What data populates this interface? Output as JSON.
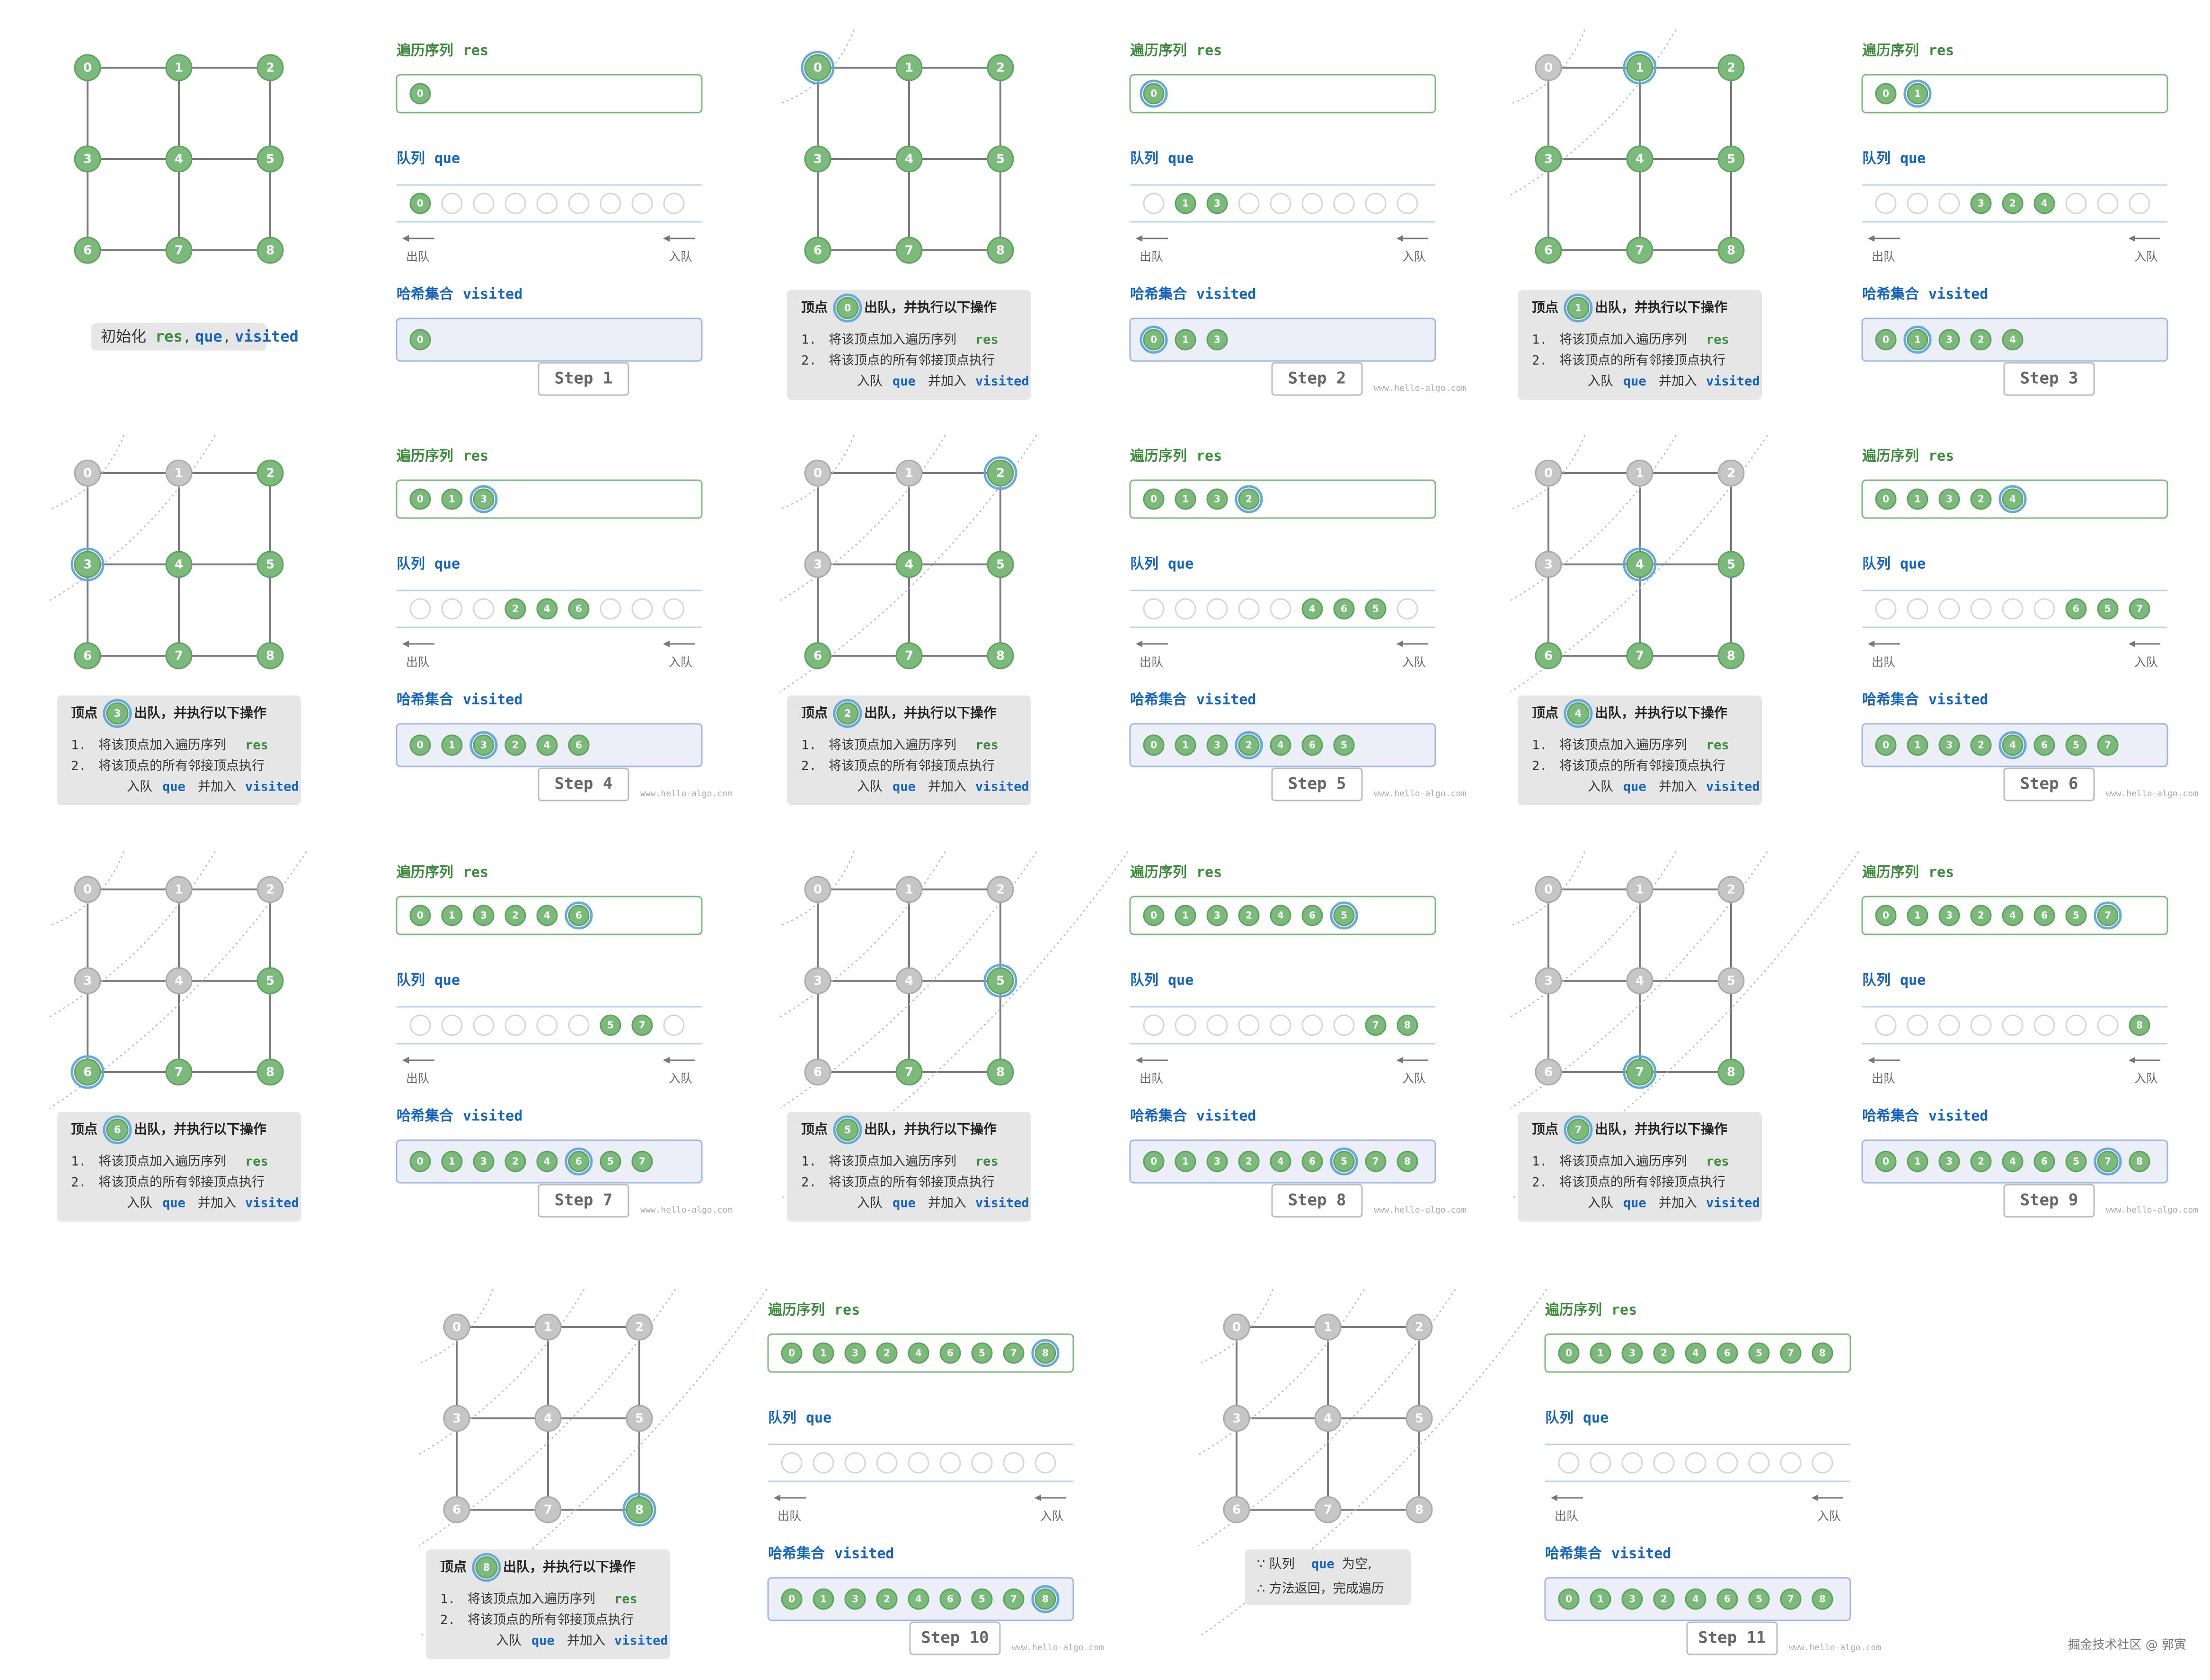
{
  "colors": {
    "green": "#7cba7c",
    "green_stroke": "#5fa25f",
    "green_text": "#3d8b3d",
    "blue_text": "#1565c0",
    "blue_ring": "#64a8e0",
    "grey_node": "#c6c6c6",
    "grey_node_stroke": "#aaaaaa",
    "grey_box": "#e6e6e6",
    "visited_bg": "#eceef8",
    "queue_line": "#b8d4ea",
    "edge": "#7a7a7a"
  },
  "labels": {
    "res_title": "遍历序列",
    "res_var": "res",
    "que_title": "队列",
    "que_var": "que",
    "visited_title": "哈希集合",
    "visited_var": "visited",
    "dequeue": "出队",
    "enqueue": "入队",
    "step_word": "Step",
    "vertex_word": "顶点",
    "dequeue_action": "出队，并执行以下操作",
    "op1": "将该顶点加入遍历序列",
    "op2": "将该顶点的所有邻接顶点执行",
    "op2b_pre": "入队",
    "op2b_mid": "并加入",
    "init_text": "初始化",
    "init_sep": ",",
    "num1": "1.",
    "num2": "2.",
    "end_line1": "∵ 队列",
    "end_line1_tail": "为空,",
    "end_line2": "∴ 方法返回，完成遍历",
    "watermark": "www.hello-algo.com",
    "credit": "掘金技术社区 @ 郭寅"
  },
  "steps": [
    {
      "step": 1,
      "cur": null,
      "res": [
        0
      ],
      "que": [
        0
      ],
      "visited": [
        0
      ],
      "que_empty": false
    },
    {
      "step": 2,
      "cur": 0,
      "res": [
        0
      ],
      "que": [
        1,
        3
      ],
      "visited": [
        0,
        1,
        3
      ],
      "que_empty": false
    },
    {
      "step": 3,
      "cur": 1,
      "res": [
        0,
        1
      ],
      "que": [
        3,
        2,
        4
      ],
      "visited": [
        0,
        1,
        3,
        2,
        4
      ],
      "que_empty": false
    },
    {
      "step": 4,
      "cur": 3,
      "res": [
        0,
        1,
        3
      ],
      "que": [
        2,
        4,
        6
      ],
      "visited": [
        0,
        1,
        3,
        2,
        4,
        6
      ],
      "que_empty": false
    },
    {
      "step": 5,
      "cur": 2,
      "res": [
        0,
        1,
        3,
        2
      ],
      "que": [
        4,
        6,
        5
      ],
      "visited": [
        0,
        1,
        3,
        2,
        4,
        6,
        5
      ],
      "que_empty": false
    },
    {
      "step": 6,
      "cur": 4,
      "res": [
        0,
        1,
        3,
        2,
        4
      ],
      "que": [
        6,
        5,
        7
      ],
      "visited": [
        0,
        1,
        3,
        2,
        4,
        6,
        5,
        7
      ],
      "que_empty": false
    },
    {
      "step": 7,
      "cur": 6,
      "res": [
        0,
        1,
        3,
        2,
        4,
        6
      ],
      "que": [
        5,
        7
      ],
      "visited": [
        0,
        1,
        3,
        2,
        4,
        6,
        5,
        7
      ],
      "que_empty": false
    },
    {
      "step": 8,
      "cur": 5,
      "res": [
        0,
        1,
        3,
        2,
        4,
        6,
        5
      ],
      "que": [
        7,
        8
      ],
      "visited": [
        0,
        1,
        3,
        2,
        4,
        6,
        5,
        7,
        8
      ],
      "que_empty": false
    },
    {
      "step": 9,
      "cur": 7,
      "res": [
        0,
        1,
        3,
        2,
        4,
        6,
        5,
        7
      ],
      "que": [
        8
      ],
      "visited": [
        0,
        1,
        3,
        2,
        4,
        6,
        5,
        7,
        8
      ],
      "que_empty": false
    },
    {
      "step": 10,
      "cur": 8,
      "res": [
        0,
        1,
        3,
        2,
        4,
        6,
        5,
        7,
        8
      ],
      "que": [],
      "visited": [
        0,
        1,
        3,
        2,
        4,
        6,
        5,
        7,
        8
      ],
      "que_empty": true
    },
    {
      "step": 11,
      "cur": "end",
      "res": [
        0,
        1,
        3,
        2,
        4,
        6,
        5,
        7,
        8
      ],
      "que": [],
      "visited": [
        0,
        1,
        3,
        2,
        4,
        6,
        5,
        7,
        8
      ],
      "que_empty": true
    }
  ]
}
